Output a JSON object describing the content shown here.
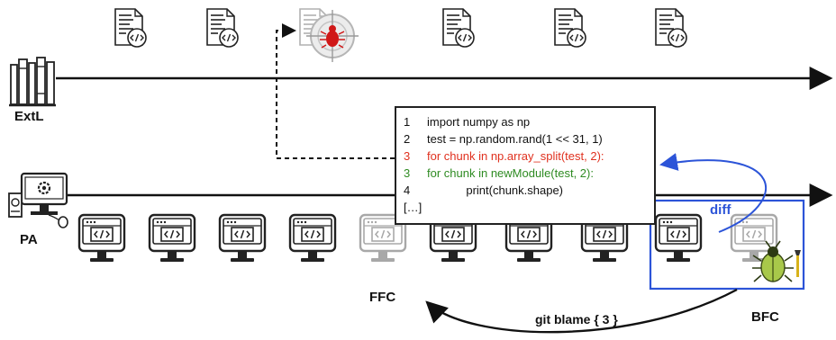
{
  "labels": {
    "extl": "ExtL",
    "pa": "PA",
    "ffc": "FFC",
    "bfc": "BFC",
    "diff": "diff",
    "git_blame": "git blame { 3 }"
  },
  "code_lines": [
    {
      "num": "1",
      "text": "import numpy as np",
      "indent": "",
      "style": "black"
    },
    {
      "num": "2",
      "text": "test = np.random.rand(1 << 31, 1)",
      "indent": "",
      "style": "black"
    },
    {
      "num": "3",
      "text": "for chunk in np.array_split(test, 2):",
      "indent": "",
      "style": "red"
    },
    {
      "num": "3",
      "text": "for chunk in newModule(test, 2):",
      "indent": "",
      "style": "green"
    },
    {
      "num": "4",
      "text": "print(chunk.shape)",
      "indent": "            ",
      "style": "black"
    },
    {
      "num": "[…]",
      "text": "",
      "indent": "",
      "style": "black"
    }
  ],
  "icons": {
    "library": "library-books-icon",
    "code_document": "code-document-icon",
    "bug_target": "bug-target-icon",
    "developer_computer": "computer-gear-icon",
    "commit_monitor": "code-monitor-icon",
    "bug_fix": "beetle-wrench-icon"
  },
  "colors": {
    "line": "#111111",
    "diff_blue": "#2c54d8",
    "removed_red": "#e0301e",
    "added_green": "#2e8b22",
    "faded_gray": "#a8a8a8"
  }
}
